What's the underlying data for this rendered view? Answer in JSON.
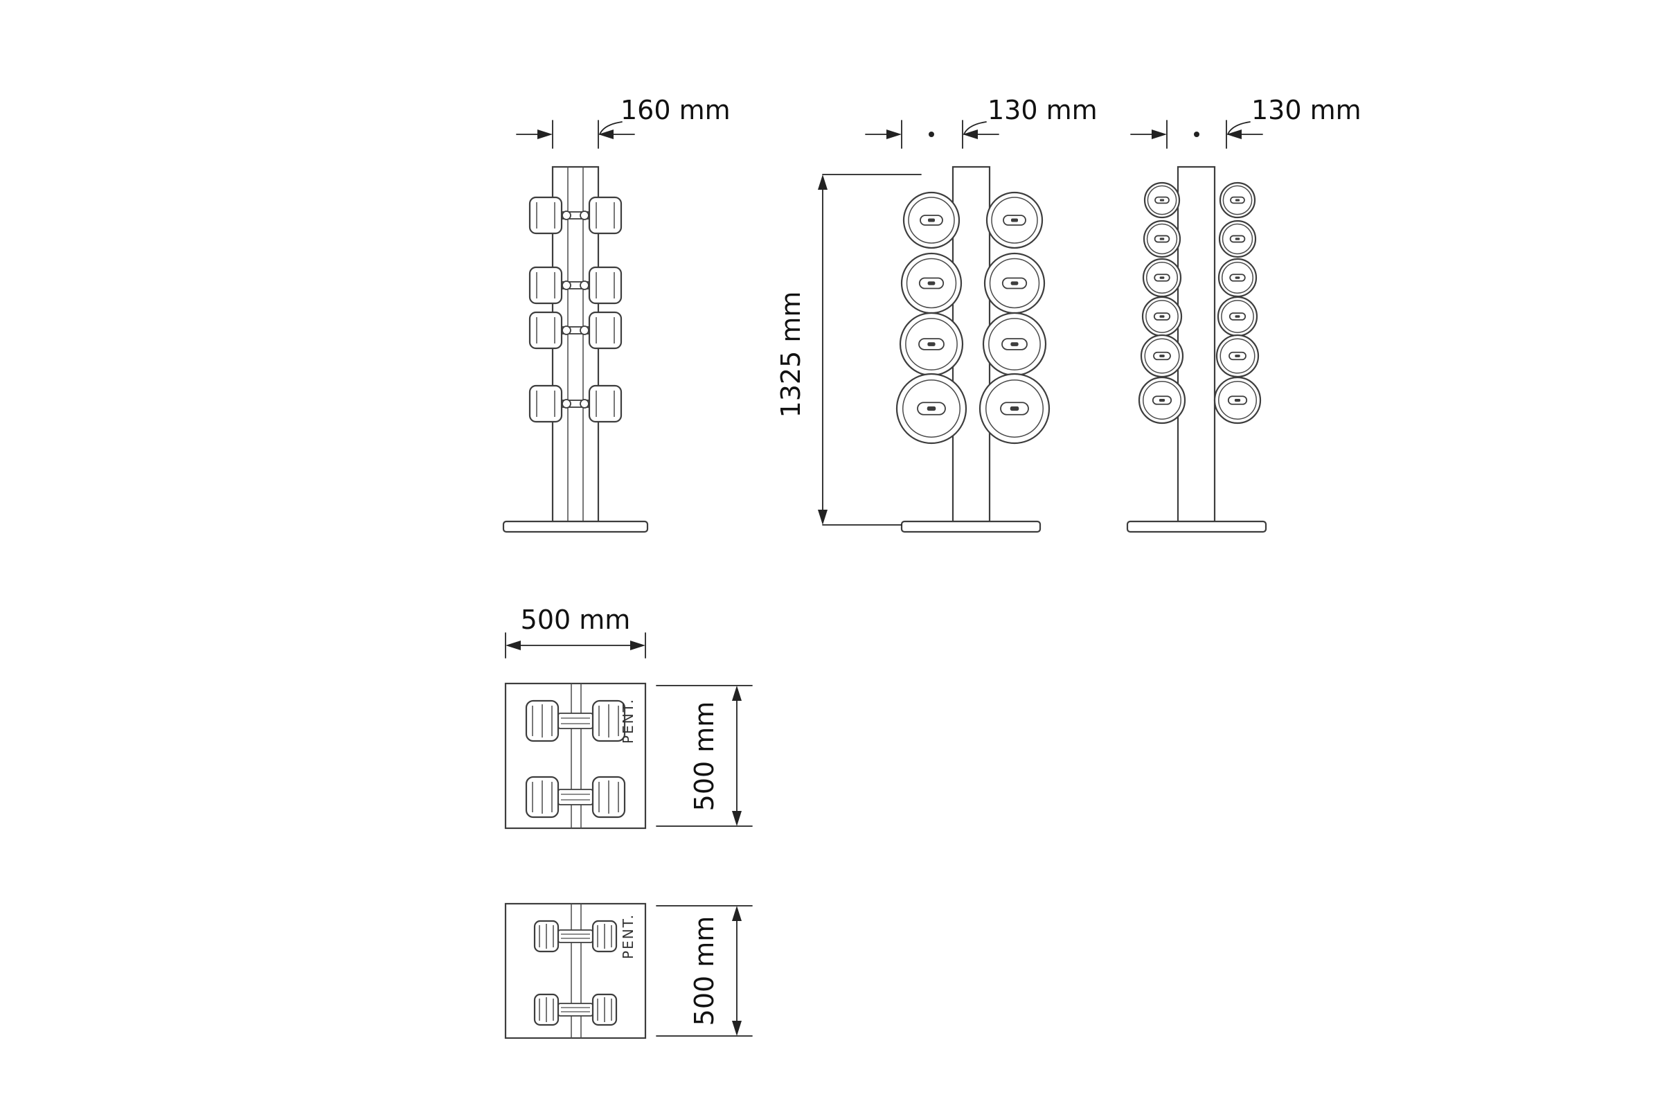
{
  "colors": {
    "background": "#ffffff",
    "line": "#3d3d3d",
    "dimension": "#222222",
    "text": "#111111"
  },
  "views": {
    "front": {
      "width_dim": "160 mm",
      "dumbbell_rows": 4
    },
    "side_large": {
      "width_dim": "130 mm",
      "height_dim": "1325 mm",
      "plate_rows": 4
    },
    "side_small": {
      "width_dim": "130 mm",
      "plate_rows": 6
    },
    "plan_top": {
      "width_dim": "500 mm",
      "depth_dim": "500 mm",
      "brand": "PENT.",
      "dumbbells": 2
    },
    "plan_bottom": {
      "depth_dim": "500 mm",
      "brand": "PENT.",
      "dumbbells": 2
    }
  }
}
